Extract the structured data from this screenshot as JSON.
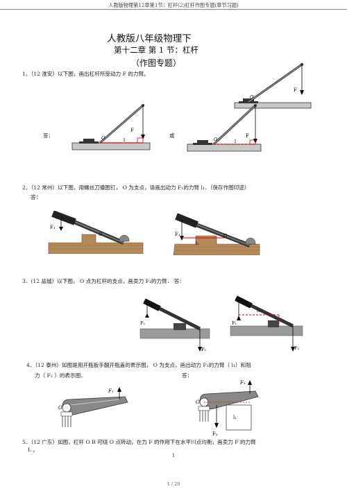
{
  "header": {
    "text": "人教版物理第12章第1节：杠杆(2)杠杆作图专题(章节习题)"
  },
  "title": {
    "main": "人教版八年级物理下",
    "chapter": "第十二章    第  1  节：杠杆",
    "topic": "（作图专题）"
  },
  "q1": {
    "text": "1．（12 淮安）以下图，画出杠杆所受动力      F 的力臂。",
    "answer_label": "答：",
    "or_label": "或",
    "label_F": "F",
    "label_O": "O",
    "label_l": "l"
  },
  "q2": {
    "text": "2．（12 常州）以下图，用螺丝刀撬图钉，        O  为支点，请画出动力    F₁的力臂  l₁．（保存作图印迹）",
    "answer_label": "答：",
    "label_F1": "F₁",
    "label_O": "O",
    "label_l1": "l₁"
  },
  "q3": {
    "text": "3．(12 盐城）以下图，      O 点为杠杆的支点，画卖力      F₁的力臂．  答：",
    "label_F1": "F₁",
    "label_F2": "F₂",
    "label_l1": "l₁"
  },
  "q4": {
    "text_line1": "4．（12 泰州）如图是用开瓶扳手翻开瓶盖的表示图，           O 为支点，画出动力     F₁的力臂（ l₁）和阻",
    "text_line2": "力（ F₂ ）的表示图．",
    "answer_label": "答：",
    "label_F1": "F₁",
    "label_F2": "F₂",
    "label_O": "O",
    "label_l1": "l₁"
  },
  "q5": {
    "text_line1": "5．（12 广东）如图，杠杆   O B 可绕 O 点转动，在力    F 的作用下在水平川点均衡，画卖力      F 的力臂",
    "text_line2": "L 。"
  },
  "footer": {
    "page_center": "1",
    "page_count": "1 / 29"
  }
}
